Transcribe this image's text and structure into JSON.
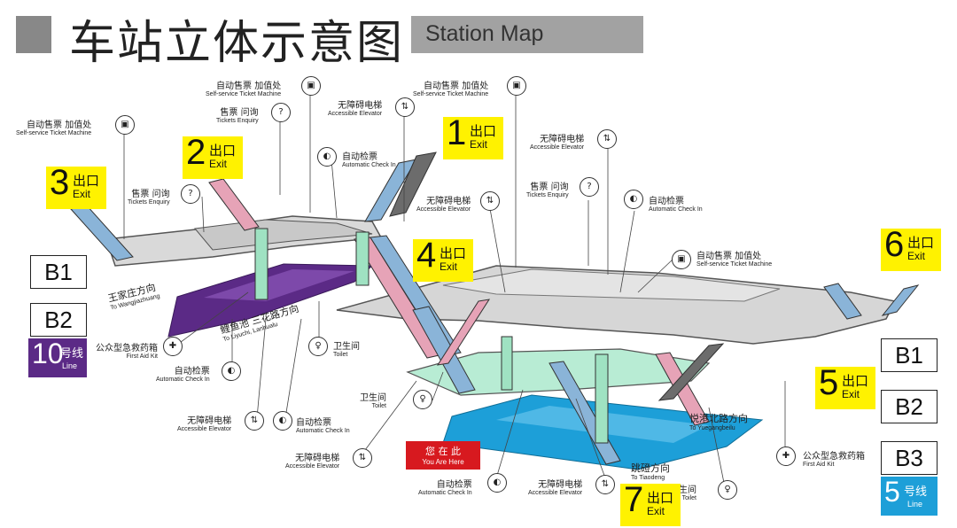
{
  "header": {
    "title_cn": "车站立体示意图",
    "title_en": "Station Map"
  },
  "exits": [
    {
      "num": "1",
      "cn": "出口",
      "en": "Exit"
    },
    {
      "num": "2",
      "cn": "出口",
      "en": "Exit"
    },
    {
      "num": "3",
      "cn": "出口",
      "en": "Exit"
    },
    {
      "num": "4",
      "cn": "出口",
      "en": "Exit"
    },
    {
      "num": "5",
      "cn": "出口",
      "en": "Exit"
    },
    {
      "num": "6",
      "cn": "出口",
      "en": "Exit"
    },
    {
      "num": "7",
      "cn": "出口",
      "en": "Exit"
    }
  ],
  "levels_left": [
    "B1",
    "B2"
  ],
  "levels_right": [
    "B1",
    "B2",
    "B3"
  ],
  "lines": {
    "line10": {
      "num": "10",
      "cn": "号线",
      "en": "Line",
      "color": "#5b2a86"
    },
    "line5": {
      "num": "5",
      "cn": "号线",
      "en": "Line",
      "color": "#1d9fd8"
    }
  },
  "you_are_here": {
    "cn": "您 在 此",
    "en": "You Are Here"
  },
  "directions": {
    "wangjiazhuang": {
      "cn": "王家庄方向",
      "en": "To Wangjiazhuang"
    },
    "liyuchi": {
      "cn": "鲤鱼池 三花路方向",
      "en": "To Liyuchi, Lanhualu"
    },
    "yuegangbeilu": {
      "cn": "悦港北路方向",
      "en": "To Yuegangbeilu"
    },
    "tiaodeng": {
      "cn": "跳磴方向",
      "en": "To Tiaodeng"
    }
  },
  "facilities": {
    "tvm_cn": "自动售票 加值处",
    "tvm_en": "Self-service Ticket Machine",
    "enquiry_cn": "售票 问询",
    "enquiry_en": "Tickets Enquiry",
    "elevator_cn": "无障碍电梯",
    "elevator_en": "Accessible Elevator",
    "checkin_cn": "自动检票",
    "checkin_en": "Automatic Check In",
    "toilet_cn": "卫生间",
    "toilet_en": "Toilet",
    "firstaid_cn": "公众型急救药箱",
    "firstaid_en": "First Aid Kit"
  },
  "colors": {
    "exit_yellow": "#fff200",
    "line10": "#5b2a86",
    "line5": "#1d9fd8",
    "here_red": "#d7191f",
    "concourse": "#d0d0d0",
    "platform_green": "#b8ecd4"
  }
}
